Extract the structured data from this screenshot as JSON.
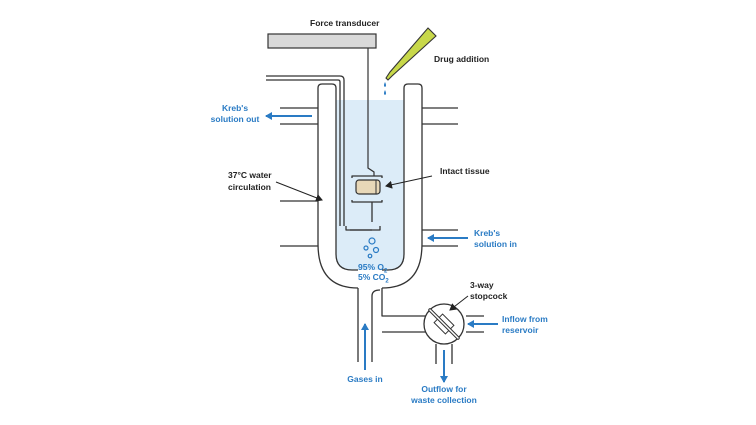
{
  "labels": {
    "force_transducer": "Force transducer",
    "drug_addition": "Drug addition",
    "krebs_out_line1": "Kreb's",
    "krebs_out_line2": "solution out",
    "water_line1": "37°C water",
    "water_line2": "circulation",
    "intact_tissue": "Intact tissue",
    "krebs_in_line1": "Kreb's",
    "krebs_in_line2": "solution in",
    "gas_o2": "95% O",
    "gas_o2_sub": "2",
    "gas_co2": "5% CO",
    "gas_co2_sub": "2",
    "stopcock_line1": "3-way",
    "stopcock_line2": "stopcock",
    "inflow_line1": "Inflow from",
    "inflow_line2": "reservoir",
    "gases_in": "Gases in",
    "outflow_line1": "Outflow for",
    "outflow_line2": "waste collection"
  },
  "colors": {
    "outline": "#333333",
    "solution": "#dcecf8",
    "accent_blue": "#2a7bc4",
    "transducer": "#d9d9d9",
    "pipette": "#c8d84a",
    "tissue": "#e8d8b8"
  }
}
